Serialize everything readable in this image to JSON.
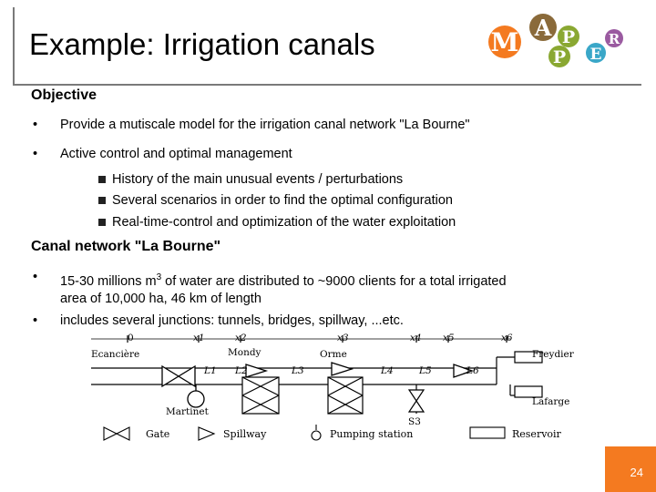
{
  "slide": {
    "title": "Example: Irrigation canals",
    "page_number": "24",
    "logo_letters": [
      "M",
      "A",
      "P",
      "P",
      "E",
      "R"
    ],
    "colors": {
      "accent_orange": "#f47a20",
      "logo_brown": "#8a6a3a",
      "logo_green": "#8aa832",
      "logo_blue": "#3aa7c8",
      "logo_purple": "#9a5aa0"
    }
  },
  "objective": {
    "heading": "Objective",
    "bullets": [
      "Provide a mutiscale model for the irrigation canal network \"La Bourne\"",
      "Active control and optimal management"
    ],
    "subbullets": [
      "History of the main unusual events / perturbations",
      "Several scenarios in order to find the optimal configuration",
      "Real-time-control and optimization of the water exploitation"
    ]
  },
  "canal": {
    "heading": "Canal network \"La Bourne\"",
    "bullet1_line1": "15-30 millions m",
    "bullet1_sup": "3",
    "bullet1_rest": " of water are distributed to ~9000 clients  for a total irrigated",
    "bullet1_line2": "area of 10,000 ha, 46 km of length",
    "bullet2": "includes several junctions: tunnels, bridges, spillway, ...etc."
  },
  "diagram": {
    "x_labels": [
      "0",
      "x1",
      "x2",
      "x3",
      "x4",
      "x5",
      "x6"
    ],
    "segments": [
      "L1",
      "L2",
      "L3",
      "L4",
      "L5",
      "L6"
    ],
    "names": {
      "source": "Ecancière",
      "mondy": "Mondy",
      "orme": "Orme",
      "freydier": "Freydier",
      "martinet": "Martinet",
      "s3": "S3",
      "lafarge": "Lafarge"
    },
    "legend": [
      "Gate",
      "Spillway",
      "Pumping station",
      "Reservoir"
    ]
  }
}
